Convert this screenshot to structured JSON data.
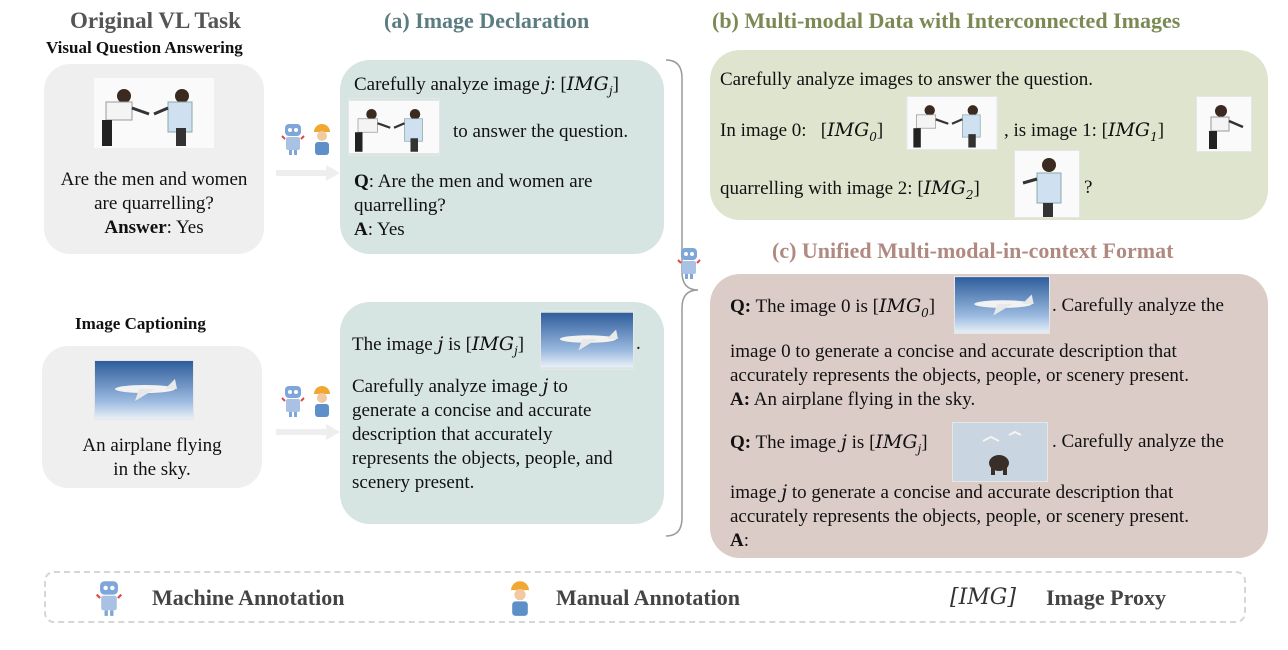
{
  "original": {
    "title": "Original VL Task",
    "vqa_label": "Visual Question Answering",
    "vqa_question_l1": "Are the men and women",
    "vqa_question_l2": "are quarrelling?",
    "vqa_answer_label": "Answer",
    "vqa_answer": ": Yes",
    "cap_label": "Image Captioning",
    "cap_text_l1": "An airplane flying",
    "cap_text_l2": "in the sky."
  },
  "section_a": {
    "title": "(a) Image Declaration",
    "vqa_line1": "Carefully analyze image ",
    "vqa_j": "j",
    "vqa_colon": ": ",
    "vqa_after_img": "to answer the question.",
    "vqa_q_label": "Q",
    "vqa_q_l1": ": Are the men and women are",
    "vqa_q_l2": "quarrelling?",
    "vqa_a_label": "A",
    "vqa_a": ": Yes",
    "cap_line1": "The image ",
    "cap_j": "j",
    "cap_is": " is ",
    "cap_period": ".",
    "cap_l2_a": "Carefully analyze image ",
    "cap_l2_j": "j",
    "cap_l2_b": " to",
    "cap_l3": "generate a concise and accurate",
    "cap_l4": "description that accurately",
    "cap_l5": "represents the objects, people, and",
    "cap_l6": "scenery present."
  },
  "section_b": {
    "title": "(b) Multi-modal Data with Interconnected Images",
    "line1": "Carefully analyze images to answer the question.",
    "line2_a": "In image 0:",
    "line2_b": ", is  image 1:",
    "line3_a": "quarrelling with image 2:",
    "line3_b": "?"
  },
  "section_c": {
    "title": "(c) Unified Multi-modal-in-context Format",
    "q1_label": "Q:",
    "q1_a": " The image 0 is ",
    "q1_b": ".  Carefully analyze the",
    "q1_l2": "image 0 to generate a concise and accurate description that",
    "q1_l3": "accurately represents the objects, people, or scenery present.",
    "a1_label": "A:",
    "a1_text": " An airplane flying in the sky.",
    "q2_label": "Q:",
    "q2_a": " The image ",
    "q2_j": "j",
    "q2_is": " is ",
    "q2_b": ". Carefully analyze the",
    "q2_l2_a": "image ",
    "q2_l2_j": "j",
    "q2_l2_b": " to generate a concise and accurate description that",
    "q2_l3": "accurately represents the objects, people, or scenery present.",
    "a2_label": "A",
    "a2_colon": ":"
  },
  "proxy": {
    "img": "IMG",
    "j": "j",
    "zero": "0",
    "one": "1",
    "two": "2",
    "lb": "[",
    "rb": "]"
  },
  "legend": {
    "machine": "Machine  Annotation",
    "manual": "Manual  Annotation",
    "proxy_symbol": "[IMG]",
    "proxy_label": "Image Proxy"
  },
  "colors": {
    "title_teal": "#5b7c80",
    "title_green": "#7b8a55",
    "title_rose": "#b08a80",
    "legend_text": "#444444"
  },
  "icons": [
    "robot-icon",
    "worker-icon",
    "arrow-right-icon",
    "brace-icon"
  ]
}
